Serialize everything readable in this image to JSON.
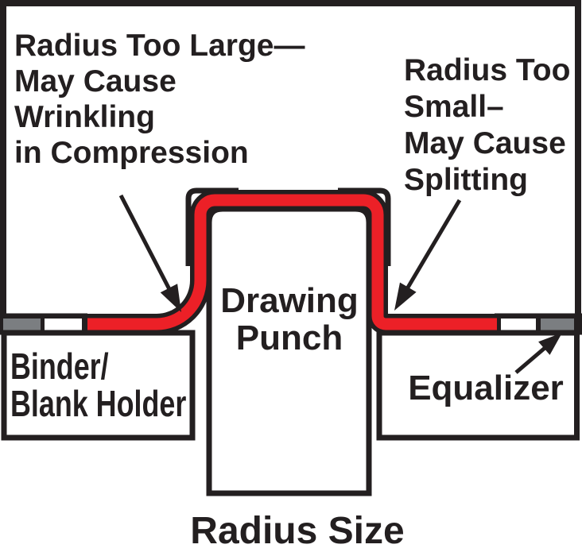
{
  "colors": {
    "sheet_red": "#EC2027",
    "equalizer_gray": "#7B7E81",
    "line_black": "#231F20"
  },
  "annotations": {
    "radius_large": {
      "line1": "Radius Too Large—",
      "line2": "May Cause",
      "line3": "Wrinkling",
      "line4": "in Compression"
    },
    "radius_small": {
      "line1": "Radius Too",
      "line2": "Small–",
      "line3": "May Cause",
      "line4": "Splitting"
    }
  },
  "labels": {
    "punch_line1": "Drawing",
    "punch_line2": "Punch",
    "binder_line1": "Binder/",
    "binder_line2": "Blank Holder",
    "equalizer": "Equalizer",
    "caption": "Radius Size"
  }
}
